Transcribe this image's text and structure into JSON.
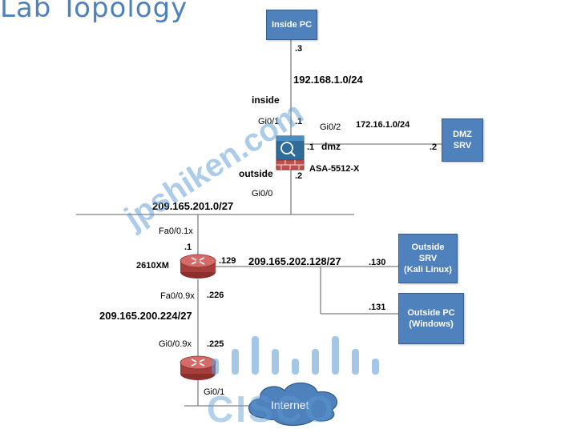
{
  "title": "Lab Topology",
  "nodes": {
    "inside_pc": "Inside PC",
    "dmz_srv": [
      "DMZ",
      "SRV"
    ],
    "outside_srv": [
      "Outside",
      "SRV",
      "(Kali Linux)"
    ],
    "outside_pc": [
      "Outside PC",
      "(Windows)"
    ],
    "internet": "Internet"
  },
  "devices": {
    "asa": "ASA-5512-X",
    "router1": "2610XM"
  },
  "zones": {
    "inside": "inside",
    "dmz": "dmz",
    "outside": "outside"
  },
  "networks": {
    "inside": "192.168.1.0/24",
    "dmz": "172.16.1.0/24",
    "outside": "209.165.201.0/27",
    "srv": "209.165.202.128/27",
    "link": "209.165.200.224/27"
  },
  "interfaces": {
    "asa_inside": "Gi0/1",
    "asa_dmz": "Gi0/2",
    "asa_outside": "Gi0/0",
    "r1_outside": "Fa0/0.1x",
    "r1_link": "Fa0/0.9x",
    "r2_link": "Gi0/0.9x",
    "r2_internet": "Gi0/1"
  },
  "hosts": {
    "inside_pc": ".3",
    "asa_inside": ".1",
    "asa_dmz": ".1",
    "dmz_srv": ".2",
    "asa_outside": ".2",
    "r1_outside": ".1",
    "r1_srv": ".129",
    "outside_srv": ".130",
    "outside_pc": ".131",
    "r1_link": ".226",
    "r2_link": ".225"
  },
  "watermarks": {
    "site": "jpshiken.com",
    "brand": "CISCO"
  },
  "colors": {
    "node_fill": "#4f81bd",
    "title": "#4f81bd",
    "router": "#c0504d",
    "watermark": "#5b9bd5"
  }
}
